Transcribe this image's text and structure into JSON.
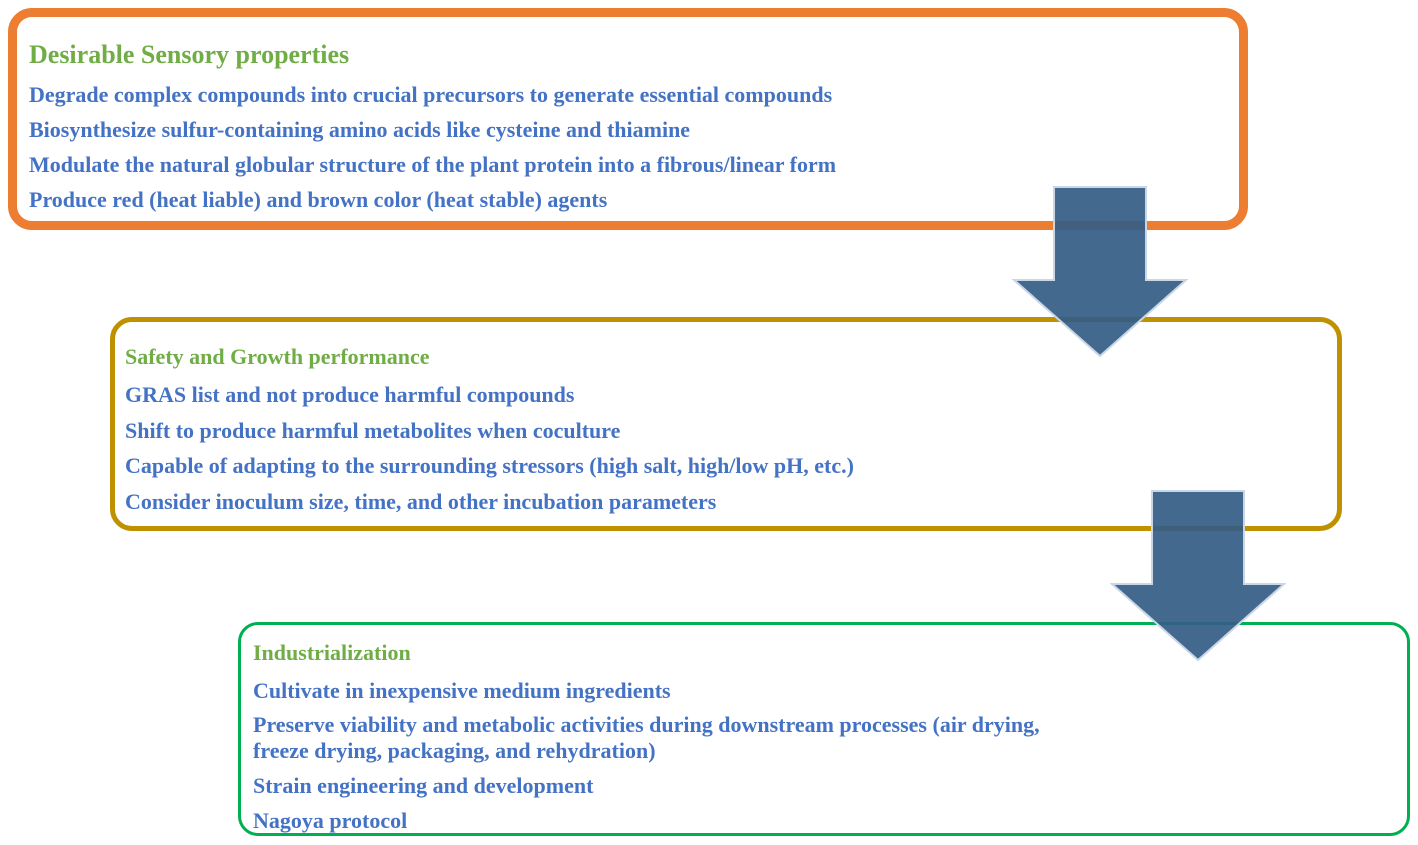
{
  "boxes": [
    {
      "title": "Desirable Sensory properties",
      "items": [
        "Degrade complex compounds into crucial precursors to generate essential compounds",
        "Biosynthesize sulfur-containing amino acids like cysteine and thiamine",
        "Modulate the natural globular structure of the plant protein into a fibrous/linear form",
        "Produce red (heat liable) and brown color (heat stable) agents"
      ],
      "border_color": "#ed7d31"
    },
    {
      "title": "Safety and Growth performance",
      "items": [
        "GRAS list and not produce harmful compounds",
        "Shift to produce harmful metabolites when coculture",
        "Capable of adapting to the surrounding stressors (high salt, high/low pH, etc.)",
        "Consider inoculum size, time, and other incubation parameters"
      ],
      "border_color": "#bf9000"
    },
    {
      "title": "Industrialization",
      "items": [
        "Cultivate in inexpensive medium ingredients",
        "Preserve viability and metabolic activities during downstream processes (air drying, freeze drying, packaging, and rehydration)",
        "Strain engineering and development",
        "Nagoya protocol"
      ],
      "border_color": "#00b050"
    }
  ],
  "colors": {
    "title": "#70ad47",
    "text": "#4472c4",
    "arrow": "#335c85"
  }
}
